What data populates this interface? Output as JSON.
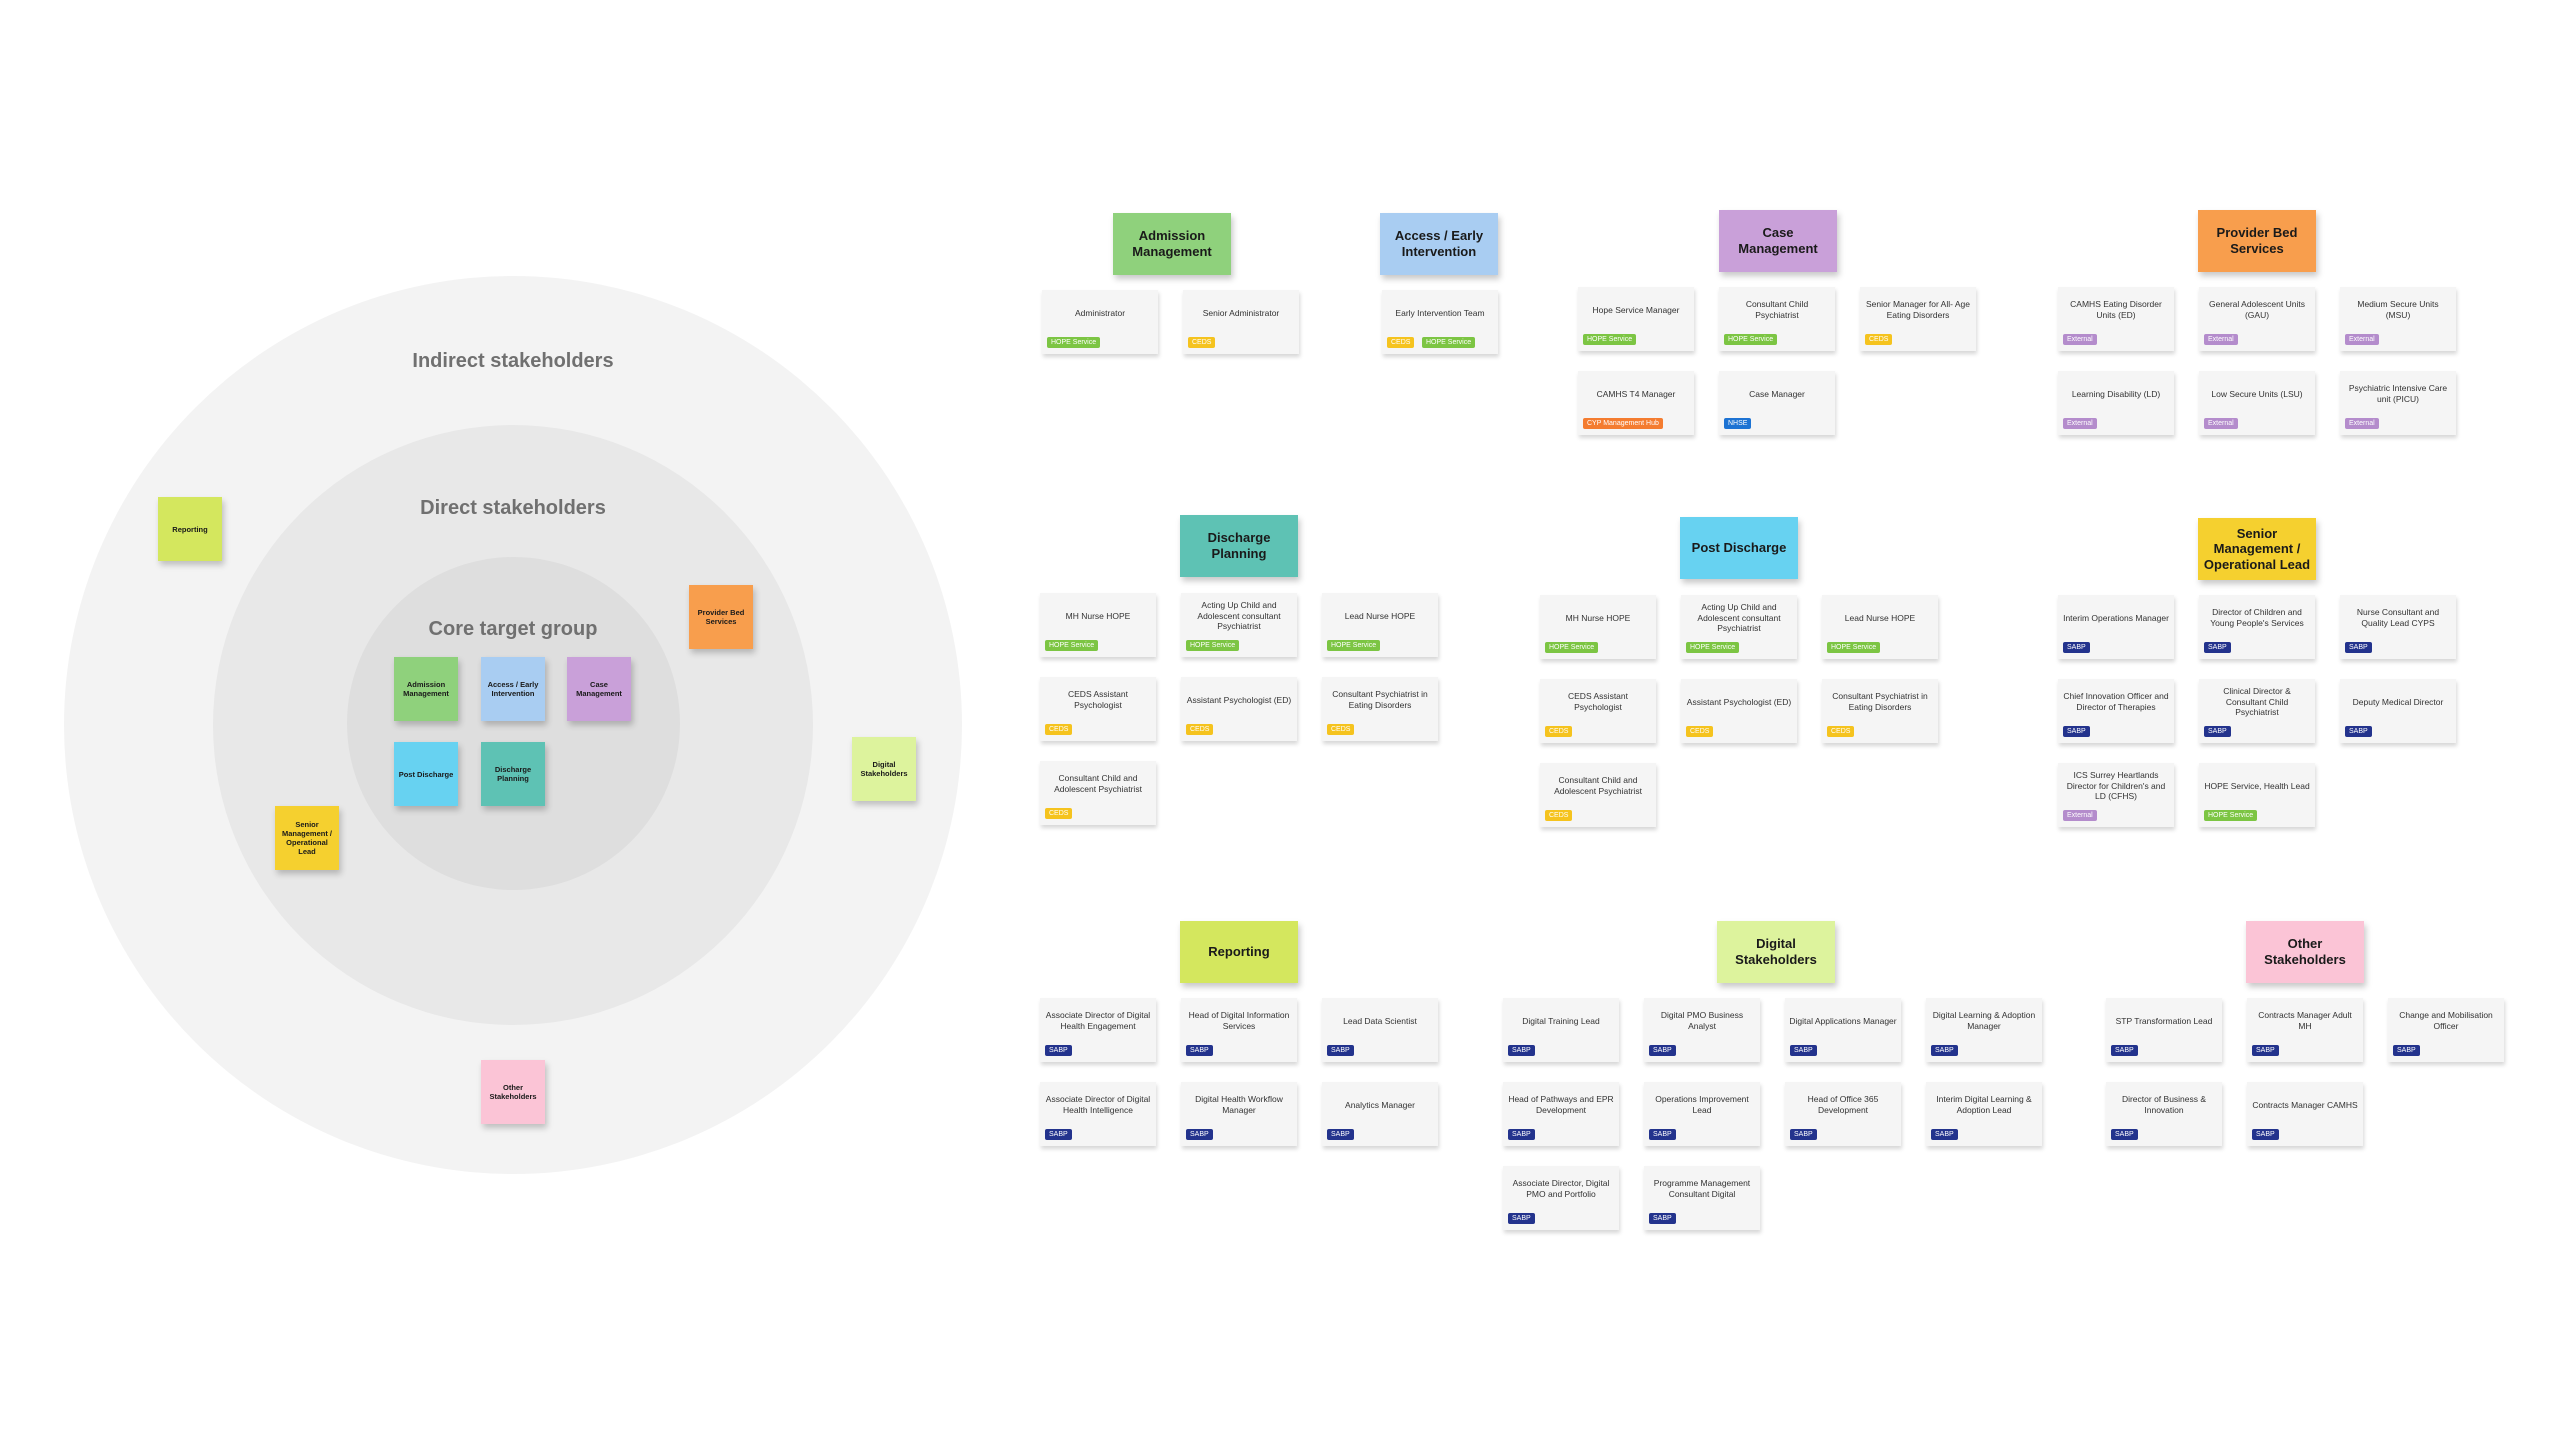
{
  "colors": {
    "admission": "#8fd17c",
    "access": "#a9cdf2",
    "case": "#c9a0d9",
    "post": "#67d2f1",
    "discharge": "#5ec2b4",
    "senior": "#f5d02f",
    "provider": "#f89e4d",
    "reporting": "#d4e75e",
    "digital": "#ddf39d",
    "other": "#fbc4d6",
    "ring_outer": "#f3f3f3",
    "ring_mid": "#e8e8e8",
    "ring_inner": "#dedede"
  },
  "rings": {
    "indirect": "Indirect stakeholders",
    "direct": "Direct stakeholders",
    "core": "Core target group"
  },
  "stickies": {
    "reporting": "Reporting",
    "provider": "Provider Bed Services",
    "digital": "Digital Stakeholders",
    "senior": "Senior Management / Operational Lead",
    "other": "Other Stakeholders",
    "admission": "Admission Management",
    "access": "Access / Early Intervention",
    "case": "Case Management",
    "post": "Post Discharge",
    "discharge": "Discharge Planning"
  },
  "groups": [
    {
      "key": "admission",
      "title": "Admission Management",
      "color": "admission",
      "cards": [
        {
          "text": "Administrator",
          "tag": "HOPE Service",
          "tagType": "hope"
        },
        {
          "text": "Senior Administrator",
          "tag": "CEDS",
          "tagType": "ceds"
        }
      ]
    },
    {
      "key": "access",
      "title": "Access / Early Intervention",
      "color": "access",
      "cards": [
        {
          "text": "Early Intervention Team",
          "tag": "CEDS",
          "tagType": "ceds",
          "tag2": "HOPE Service",
          "tag2Type": "hope"
        }
      ]
    },
    {
      "key": "case",
      "title": "Case Management",
      "color": "case",
      "cards": [
        {
          "text": "Hope Service Manager",
          "tag": "HOPE Service",
          "tagType": "hope"
        },
        {
          "text": "Consultant Child Psychiatrist",
          "tag": "HOPE Service",
          "tagType": "hope"
        },
        {
          "text": "Senior Manager for All- Age Eating Disorders",
          "tag": "CEDS",
          "tagType": "ceds"
        },
        {
          "text": "CAMHS T4 Manager",
          "tag": "CYP Management Hub",
          "tagType": "cyp"
        },
        {
          "text": "Case Manager",
          "tag": "NHSE",
          "tagType": "nhse"
        }
      ]
    },
    {
      "key": "provider",
      "title": "Provider Bed Services",
      "color": "provider",
      "cards": [
        {
          "text": "CAMHS Eating Disorder Units (ED)",
          "tag": "External",
          "tagType": "ext"
        },
        {
          "text": "General Adolescent Units (GAU)",
          "tag": "External",
          "tagType": "ext"
        },
        {
          "text": "Medium Secure Units (MSU)",
          "tag": "External",
          "tagType": "ext"
        },
        {
          "text": "Learning Disability (LD)",
          "tag": "External",
          "tagType": "ext"
        },
        {
          "text": "Low Secure Units (LSU)",
          "tag": "External",
          "tagType": "ext"
        },
        {
          "text": "Psychiatric Intensive Care unit (PICU)",
          "tag": "External",
          "tagType": "ext"
        }
      ]
    },
    {
      "key": "discharge",
      "title": "Discharge Planning",
      "color": "discharge",
      "cards": [
        {
          "text": "MH Nurse HOPE",
          "tag": "HOPE Service",
          "tagType": "hope"
        },
        {
          "text": "Acting Up Child and Adolescent consultant Psychiatrist",
          "tag": "HOPE Service",
          "tagType": "hope"
        },
        {
          "text": "Lead Nurse HOPE",
          "tag": "HOPE Service",
          "tagType": "hope"
        },
        {
          "text": "CEDS Assistant Psychologist",
          "tag": "CEDS",
          "tagType": "ceds"
        },
        {
          "text": "Assistant Psychologist (ED)",
          "tag": "CEDS",
          "tagType": "ceds"
        },
        {
          "text": "Consultant Psychiatrist in Eating Disorders",
          "tag": "CEDS",
          "tagType": "ceds"
        },
        {
          "text": "Consultant Child and Adolescent Psychiatrist",
          "tag": "CEDS",
          "tagType": "ceds"
        }
      ]
    },
    {
      "key": "post",
      "title": "Post Discharge",
      "color": "post",
      "cards": [
        {
          "text": "MH Nurse HOPE",
          "tag": "HOPE Service",
          "tagType": "hope"
        },
        {
          "text": "Acting Up Child and Adolescent consultant Psychiatrist",
          "tag": "HOPE Service",
          "tagType": "hope"
        },
        {
          "text": "Lead Nurse HOPE",
          "tag": "HOPE Service",
          "tagType": "hope"
        },
        {
          "text": "CEDS Assistant Psychologist",
          "tag": "CEDS",
          "tagType": "ceds"
        },
        {
          "text": "Assistant Psychologist (ED)",
          "tag": "CEDS",
          "tagType": "ceds"
        },
        {
          "text": "Consultant Psychiatrist in Eating Disorders",
          "tag": "CEDS",
          "tagType": "ceds"
        },
        {
          "text": "Consultant Child and Adolescent Psychiatrist",
          "tag": "CEDS",
          "tagType": "ceds"
        }
      ]
    },
    {
      "key": "senior",
      "title": "Senior Management / Operational Lead",
      "color": "senior",
      "cards": [
        {
          "text": "Interim Operations Manager",
          "tag": "SABP",
          "tagType": "sabp"
        },
        {
          "text": "Director of Children and Young People's Services",
          "tag": "SABP",
          "tagType": "sabp"
        },
        {
          "text": "Nurse Consultant and Quality Lead CYPS",
          "tag": "SABP",
          "tagType": "sabp"
        },
        {
          "text": "Chief Innovation Officer and Director of Therapies",
          "tag": "SABP",
          "tagType": "sabp"
        },
        {
          "text": "Clinical Director & Consultant Child Psychiatrist",
          "tag": "SABP",
          "tagType": "sabp"
        },
        {
          "text": "Deputy Medical Director",
          "tag": "SABP",
          "tagType": "sabp"
        },
        {
          "text": "ICS Surrey Heartlands Director for Children's and LD (CFHS)",
          "tag": "External",
          "tagType": "ext"
        },
        {
          "text": "HOPE Service, Health Lead",
          "tag": "HOPE Service",
          "tagType": "hope"
        }
      ]
    },
    {
      "key": "reporting",
      "title": "Reporting",
      "color": "reporting",
      "cards": [
        {
          "text": "Associate Director of Digital Health Engagement",
          "tag": "SABP",
          "tagType": "sabp"
        },
        {
          "text": "Head of Digital Information Services",
          "tag": "SABP",
          "tagType": "sabp"
        },
        {
          "text": "Lead Data Scientist",
          "tag": "SABP",
          "tagType": "sabp"
        },
        {
          "text": "Associate Director of Digital Health Intelligence",
          "tag": "SABP",
          "tagType": "sabp"
        },
        {
          "text": "Digital Health Workflow Manager",
          "tag": "SABP",
          "tagType": "sabp"
        },
        {
          "text": "Analytics Manager",
          "tag": "SABP",
          "tagType": "sabp"
        }
      ]
    },
    {
      "key": "digital",
      "title": "Digital Stakeholders",
      "color": "digital",
      "cards": [
        {
          "text": "Digital Training Lead",
          "tag": "SABP",
          "tagType": "sabp"
        },
        {
          "text": "Digital PMO Business Analyst",
          "tag": "SABP",
          "tagType": "sabp"
        },
        {
          "text": "Digital Applications Manager",
          "tag": "SABP",
          "tagType": "sabp"
        },
        {
          "text": "Digital Learning & Adoption Manager",
          "tag": "SABP",
          "tagType": "sabp"
        },
        {
          "text": "Head of Pathways and EPR Development",
          "tag": "SABP",
          "tagType": "sabp"
        },
        {
          "text": "Operations Improvement Lead",
          "tag": "SABP",
          "tagType": "sabp"
        },
        {
          "text": "Head of Office 365 Development",
          "tag": "SABP",
          "tagType": "sabp"
        },
        {
          "text": "Interim Digital Learning & Adoption Lead",
          "tag": "SABP",
          "tagType": "sabp"
        },
        {
          "text": "Associate Director, Digital PMO and Portfolio",
          "tag": "SABP",
          "tagType": "sabp"
        },
        {
          "text": "Programme Management Consultant Digital",
          "tag": "SABP",
          "tagType": "sabp"
        }
      ]
    },
    {
      "key": "other",
      "title": "Other Stakeholders",
      "color": "other",
      "cards": [
        {
          "text": "STP Transformation Lead",
          "tag": "SABP",
          "tagType": "sabp"
        },
        {
          "text": "Contracts Manager Adult MH",
          "tag": "SABP",
          "tagType": "sabp"
        },
        {
          "text": "Change and Mobilisation Officer",
          "tag": "SABP",
          "tagType": "sabp"
        },
        {
          "text": "Director of Business & Innovation",
          "tag": "SABP",
          "tagType": "sabp"
        },
        {
          "text": "Contracts Manager CAMHS",
          "tag": "SABP",
          "tagType": "sabp"
        }
      ]
    }
  ]
}
